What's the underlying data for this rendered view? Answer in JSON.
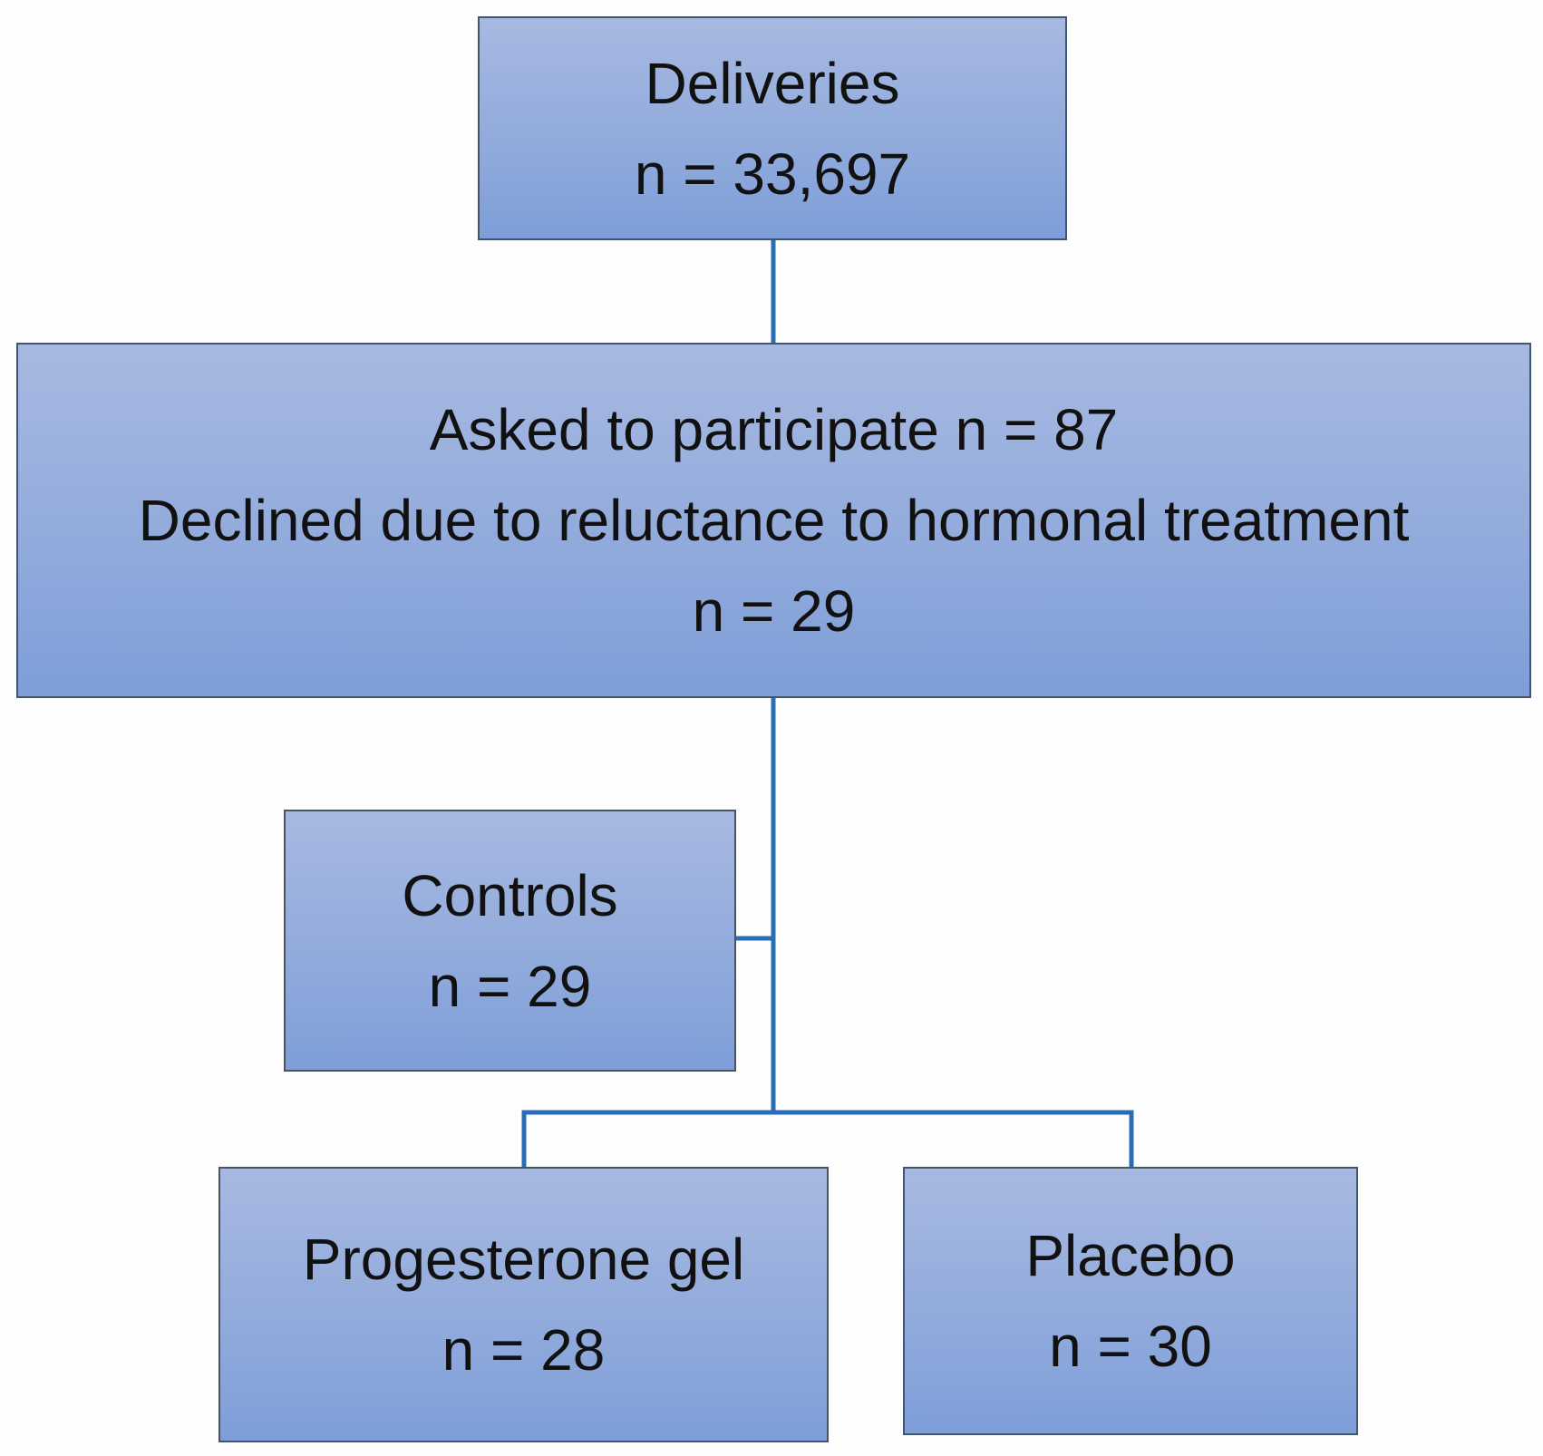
{
  "flowchart": {
    "deliveries": {
      "label": "Deliveries",
      "count": "n = 33,697"
    },
    "recruitment": {
      "asked": "Asked to participate n = 87",
      "declined_reason": "Declined due to reluctance to hormonal treatment",
      "declined_count": "n = 29"
    },
    "controls": {
      "label": "Controls",
      "count": "n = 29"
    },
    "progesterone": {
      "label": "Progesterone gel",
      "count": "n = 28"
    },
    "placebo": {
      "label": "Placebo",
      "count": "n = 30"
    }
  },
  "colors": {
    "box_fill_top": "#a7b9e1",
    "box_fill_bottom": "#7e9ed8",
    "box_border": "#44546a",
    "connector": "#2a6db5"
  }
}
